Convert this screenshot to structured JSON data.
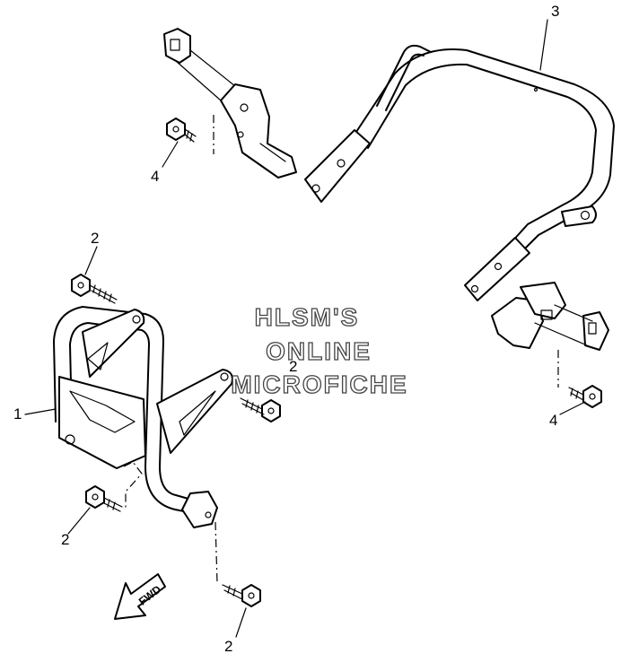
{
  "callouts": {
    "part_1": "1",
    "part_2_upper": "2",
    "part_2_mid": "2",
    "part_2_lower_left": "2",
    "part_2_bottom": "2",
    "part_3": "3",
    "part_4_left": "4",
    "part_4_right": "4"
  },
  "watermark": {
    "line1": "HLSM'S",
    "line2": "ONLINE",
    "line3": "MICROFICHE"
  },
  "fwd_arrow": {
    "label": "FWD"
  }
}
